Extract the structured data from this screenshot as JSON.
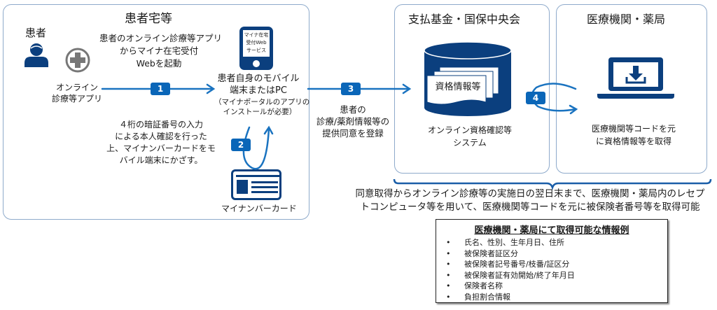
{
  "panels": {
    "home": {
      "title": "患者宅等",
      "underline_color": "#f5e26b",
      "patient_label": "患者",
      "launch_text": [
        "患者のオンライン診療等アプリ",
        "からマイナ在宅受付",
        "Webを起動"
      ],
      "app_label": [
        "オンライン",
        "診療等アプリ"
      ],
      "phone_screen_text": [
        "マイナ在宅",
        "受付Web",
        "サービス"
      ],
      "device_label": [
        "患者自身のモバイル",
        "端末またはPC"
      ],
      "device_note": [
        "（マイナポータルのアプリの",
        "インストールが必要）"
      ],
      "pin_text": [
        "４桁の暗証番号の入力",
        "による本人確認を行った",
        "上、マイナンバーカードをモ",
        "バイル端末にかざす。"
      ],
      "card_label": "マイナンバーカード"
    },
    "consent_text": [
      "患者の",
      "診療/薬剤情報等の",
      "提供同意を登録"
    ],
    "fund": {
      "title": "支払基金・国保中央会",
      "underline_color": "#c9e6e6",
      "db_label": "資格情報等",
      "system_label": [
        "オンライン資格確認等",
        "システム"
      ]
    },
    "clinic": {
      "title": "医療機関・薬局",
      "underline_color": "#f6d2dc",
      "desc": [
        "医療機関等コードを元",
        "に資格情報等を取得"
      ]
    }
  },
  "steps": [
    "1",
    "2",
    "3",
    "4"
  ],
  "summary": [
    "同意取得からオンライン診療等の実施日の翌日末まで、医療機関・薬局内のレセプ",
    "トコンピュータ等を用いて、医療機関等コードを元に被保険者番号等を取得可能"
  ],
  "info_box": {
    "title": "医療機関・薬局にて取得可能な情報例",
    "bullet": "•",
    "items": [
      "氏名、性別、生年月日、住所",
      "被保険者証区分",
      "被保険者記号番号/枝番/証区分",
      "被保険者証有効開始/終了年月日",
      "保険者名称",
      "負担割合情報"
    ]
  },
  "colors": {
    "navy": "#0b3f7e",
    "arrow": "#1a73c0",
    "badge": "#0a66b8",
    "panel_border": "#8eaacb"
  }
}
